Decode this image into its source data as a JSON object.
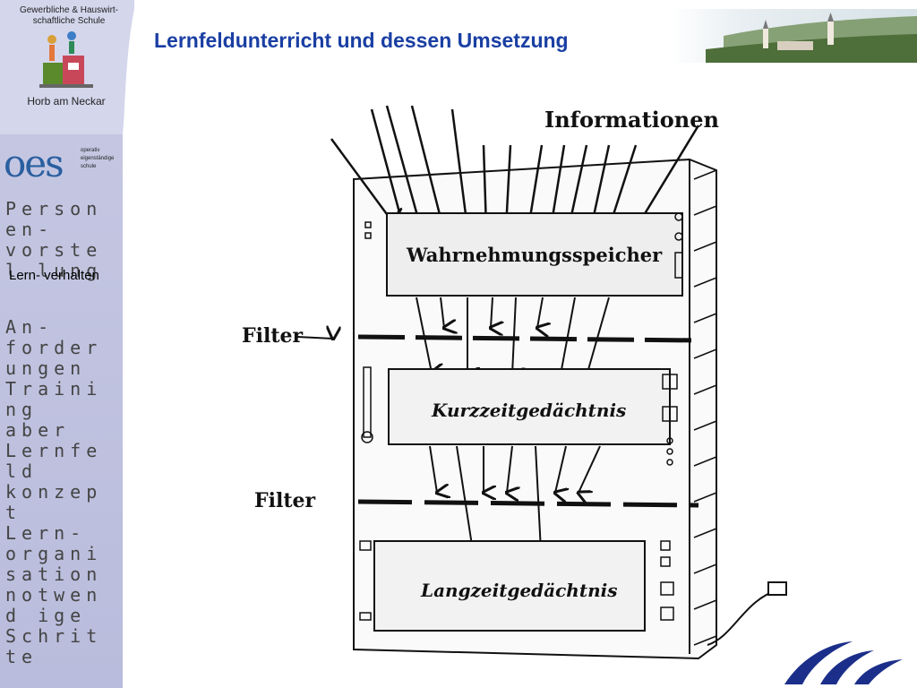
{
  "header": {
    "school_name": "Gewerbliche & Hauswirt-schaftliche Schule",
    "town": "Horb am Neckar",
    "title": "Lernfeldunterricht und dessen Umsetzung"
  },
  "oes_logo": {
    "letters": "oes",
    "tagline": "operativ eigenständige schule"
  },
  "nav": {
    "items": [
      "Person en- vorstel lung",
      "An- forder ungen Traini ng aber Lernfeld konzept Lern- organi sation notwend ige Schrit te"
    ],
    "current": "Lern- verhalten"
  },
  "diagram": {
    "top_label": "Informationen",
    "filter_1": "Filter",
    "filter_2": "Filter",
    "box_1": "Wahrnehmungsspeicher",
    "box_2": "Kurzzeitgedächtnis",
    "box_3": "Langzeitgedächtnis"
  },
  "colors": {
    "title": "#1a3fa3",
    "sidebar": "#c7c9e3",
    "corner_logo": "#1b2f8a"
  }
}
